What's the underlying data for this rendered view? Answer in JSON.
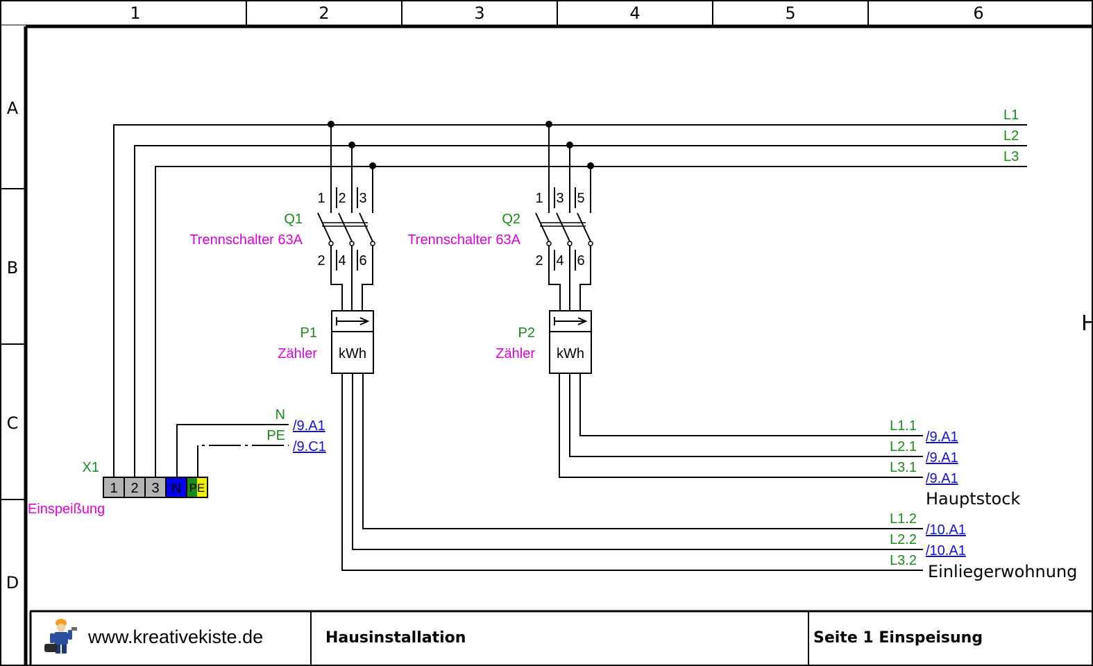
{
  "frame": {
    "columns": [
      "1",
      "2",
      "3",
      "4",
      "5",
      "6"
    ],
    "rows": [
      "A",
      "B",
      "C",
      "D"
    ]
  },
  "bus": {
    "l1": "L1",
    "l2": "L2",
    "l3": "L3"
  },
  "q1": {
    "tag": "Q1",
    "desc": "Trennschalter 63A",
    "top_terminals": [
      "1",
      "2",
      "3"
    ],
    "bottom_terminals": [
      "2",
      "4",
      "6"
    ]
  },
  "q2": {
    "tag": "Q2",
    "desc": "Trennschalter 63A",
    "top_terminals": [
      "1",
      "3",
      "5"
    ],
    "bottom_terminals": [
      "2",
      "4",
      "6"
    ]
  },
  "p1": {
    "tag": "P1",
    "desc": "Zähler",
    "unit": "kWh"
  },
  "p2": {
    "tag": "P2",
    "desc": "Zähler",
    "unit": "kWh"
  },
  "x1": {
    "tag": "X1",
    "desc": "Einspeißung",
    "terminals": [
      "1",
      "2",
      "3",
      "N",
      "PE"
    ],
    "colors": {
      "phase": "#b4b4b4",
      "n": "#0000ee",
      "pe_left": "#1a8a1a",
      "pe_right": "#f0f000"
    }
  },
  "n_wire": {
    "label": "N",
    "ref": "/9.A1"
  },
  "pe_wire": {
    "label": "PE",
    "ref": "/9.C1"
  },
  "hauptstock": {
    "title": "Hauptstock",
    "lines": [
      {
        "label": "L1.1",
        "ref": "/9.A1"
      },
      {
        "label": "L2.1",
        "ref": "/9.A1"
      },
      {
        "label": "L3.1",
        "ref": "/9.A1"
      }
    ]
  },
  "einlieger": {
    "title": "Einliegerwohnung",
    "lines": [
      {
        "label": "L1.2",
        "ref": "/10.A1"
      },
      {
        "label": "L2.2",
        "ref": "/10.A1"
      },
      {
        "label": "L3.2"
      }
    ]
  },
  "title_block": {
    "website": "www.kreativekiste.de",
    "project": "Hausinstallation",
    "page": "Seite 1 Einspeisung",
    "edge_glyph": "H"
  },
  "colors": {
    "green": "#1a8a1a",
    "magenta": "#e000e0",
    "link": "#1010e0"
  }
}
